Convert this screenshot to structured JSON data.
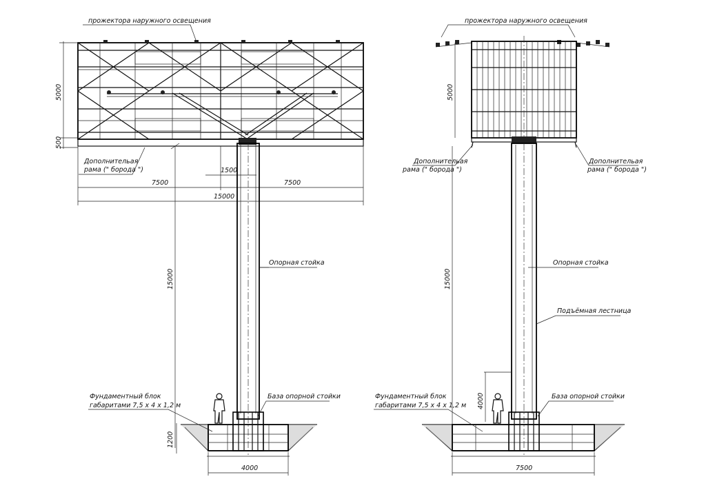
{
  "left_view": {
    "lights_label": "прожектора наружного освещения",
    "frame_label_line1": "Дополнительая",
    "frame_label_line2": "рама (\" борода \")",
    "pole_label": "Опорная стойка",
    "foundation_label_line1": "Фундаментный блок",
    "foundation_label_line2": "габаритами  7,5 х 4 х 1,2 м",
    "base_label": "База опорной стойки",
    "dim_panel_height": "5000",
    "dim_frame_height": "500",
    "dim_pole_width": "1500",
    "dim_half_left": "7500",
    "dim_half_right": "7500",
    "dim_total_width": "15000",
    "dim_pole_height": "15000",
    "dim_foundation_depth": "1200",
    "dim_foundation_width": "4000"
  },
  "right_view": {
    "lights_label": "прожектора наружного освещения",
    "frame_label_left_line1": "Дополнительая",
    "frame_label_left_line2": "рама (\" борода \")",
    "frame_label_right_line1": "Дополнительая",
    "frame_label_right_line2": "рама (\" борода \")",
    "pole_label": "Опорная стойка",
    "ladder_label": "Подъёмная лестница",
    "foundation_label_line1": "Фундаментный блок",
    "foundation_label_line2": "габаритами  7,5 х 4 х 1,2 м",
    "base_label": "База опорной стойки",
    "dim_panel_height": "5000",
    "dim_pole_height": "15000",
    "dim_ladder_height": "4000",
    "dim_foundation_width": "7500"
  }
}
